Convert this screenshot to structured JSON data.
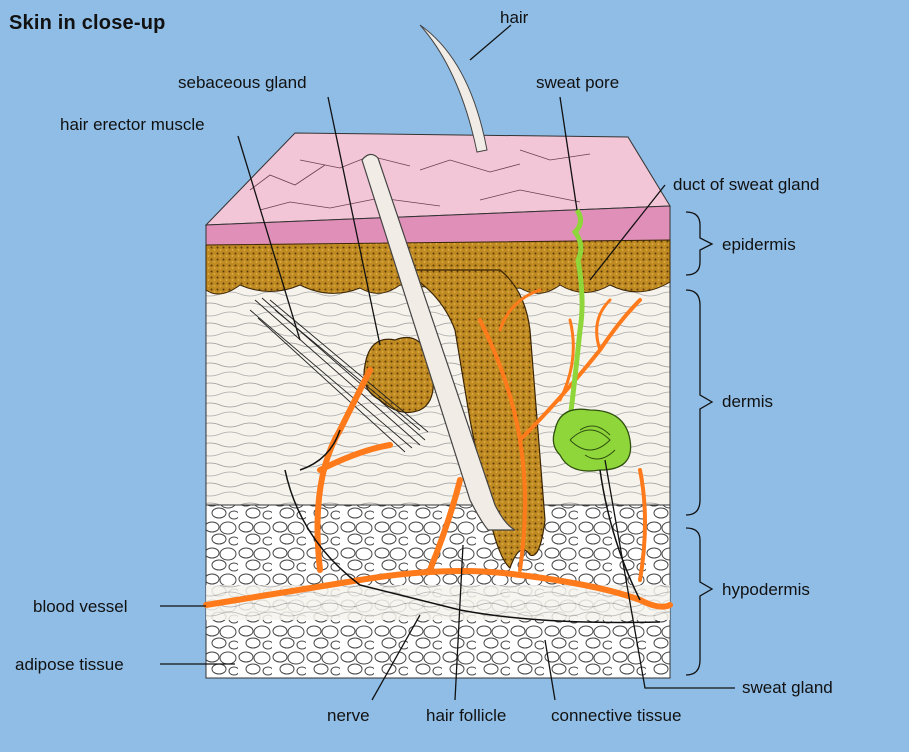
{
  "title": "Skin in close-up",
  "labels": {
    "hair": "hair",
    "sebaceous_gland": "sebaceous gland",
    "sweat_pore": "sweat pore",
    "hair_erector_muscle": "hair erector muscle",
    "duct_of_sweat_gland": "duct of sweat gland",
    "epidermis": "epidermis",
    "dermis": "dermis",
    "hypodermis": "hypodermis",
    "blood_vessel": "blood vessel",
    "adipose_tissue": "adipose tissue",
    "sweat_gland": "sweat gland",
    "nerve": "nerve",
    "hair_follicle": "hair follicle",
    "connective_tissue": "connective tissue"
  },
  "colors": {
    "background": "#8fbde6",
    "epidermis_surface": "#f2c6d6",
    "epidermis_layer": "#e08fb8",
    "basal_layer": "#b47d1a",
    "dermis": "#f6f3ec",
    "blood_vessel": "#ff7a1a",
    "sweat_gland": "#8fd63a",
    "hair": "#f2ece6"
  }
}
